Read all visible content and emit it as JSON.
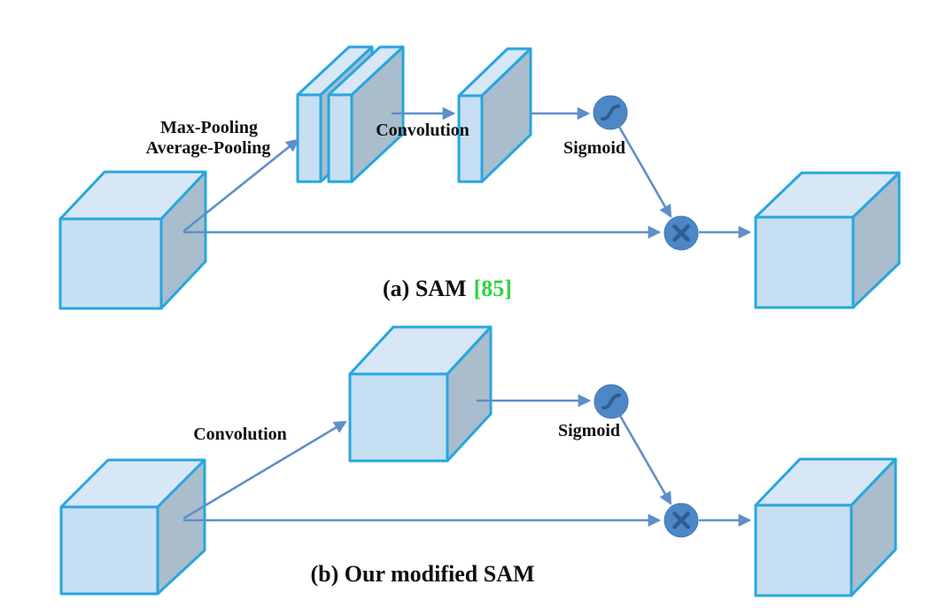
{
  "figure": {
    "description": "Spatial Attention Module (SAM) comparison diagram"
  },
  "colors": {
    "background": "#ffffff",
    "cube_stroke": "#27a6e0",
    "cube_front": "#c7dff2",
    "cube_top": "#d7e7f6",
    "cube_side": "#a9bdcc",
    "arrow": "#5e8fc9",
    "node_fill": "#4e87c5",
    "node_glyph": "#2d5f91",
    "text": "#101010",
    "caption_ref_green": "#2bd43e"
  },
  "diagram_a": {
    "pooling_label_line1": "Max-Pooling",
    "pooling_label_line2": "Average-Pooling",
    "convolution_label": "Convolution",
    "sigmoid_label": "Sigmoid",
    "sigmoid_icon": "sigmoid-curve",
    "multiply_icon": "multiplication-cross",
    "caption": "(a) SAM",
    "caption_ref": "[85]"
  },
  "diagram_b": {
    "convolution_label": "Convolution",
    "sigmoid_label": "Sigmoid",
    "sigmoid_icon": "sigmoid-curve",
    "multiply_icon": "multiplication-cross",
    "caption": "(b) Our modified SAM"
  }
}
